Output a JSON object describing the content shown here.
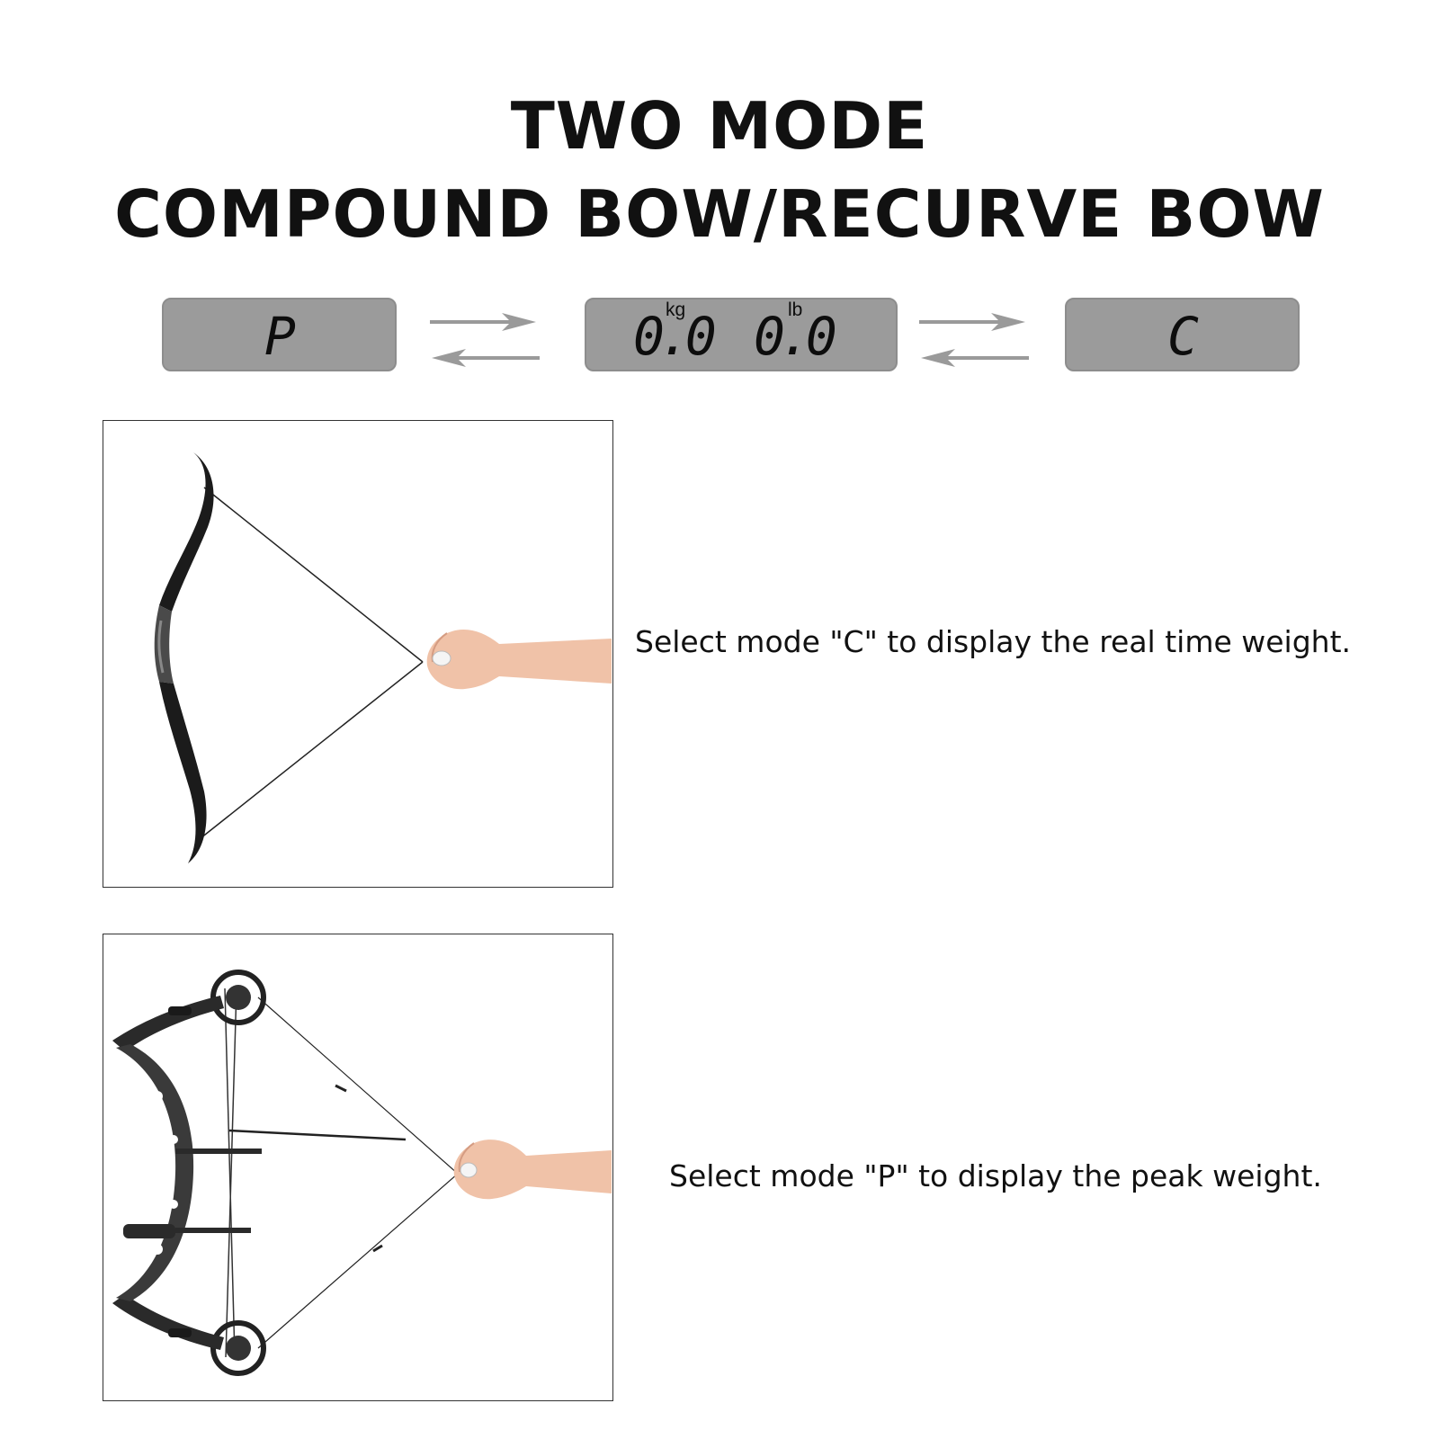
{
  "header": {
    "line1": "TWO MODE",
    "line2": "COMPOUND BOW/RECURVE BOW"
  },
  "displays": {
    "peak": {
      "char": "P"
    },
    "weight": {
      "kg_unit": "kg",
      "lb_unit": "lb",
      "kg_value": "0.0",
      "lb_value": "0.0"
    },
    "current": {
      "char": "C"
    }
  },
  "sections": {
    "recurve": {
      "caption": "Select mode \"C\" to display the real time weight."
    },
    "compound": {
      "caption": "Select mode \"P\" to display the peak weight."
    }
  },
  "icons": [
    "swap-arrows-icon",
    "swap-arrows-icon"
  ],
  "colors": {
    "lcd": "#9b9b9b",
    "arrow": "#9a9a9a",
    "text": "#111111"
  }
}
